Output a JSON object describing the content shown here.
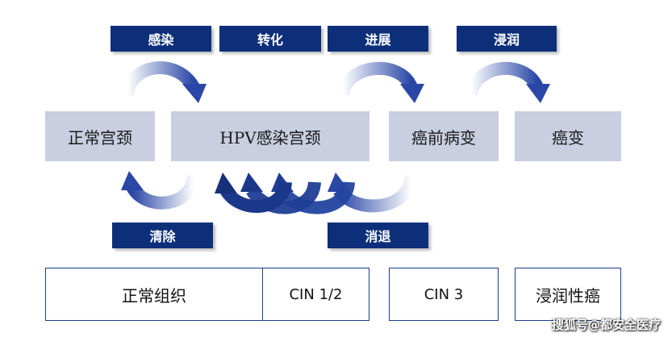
{
  "labels": {
    "infection": "感染",
    "transformation": "转化",
    "progression": "进展",
    "invasion": "浸润",
    "clearance": "清除",
    "regression": "消退"
  },
  "stages": {
    "normal_cervix": "正常宫颈",
    "hpv_infected_cervix": "HPV感染宫颈",
    "precancerous_lesion": "癌前病变",
    "cancer": "癌变"
  },
  "histology": {
    "normal_tissue": "正常组织",
    "cin_1_2": "CIN 1/2",
    "cin_3": "CIN 3",
    "invasive_cancer": "浸润性癌"
  },
  "watermark": "搜狐号@都安全医疗",
  "colors": {
    "label_bg": "#0d2f7a",
    "stage_bg": "#c9cfe0",
    "border": "#1e3f8c",
    "arrow_light": "#c4c8e2",
    "arrow_dark": "#2344a0"
  }
}
